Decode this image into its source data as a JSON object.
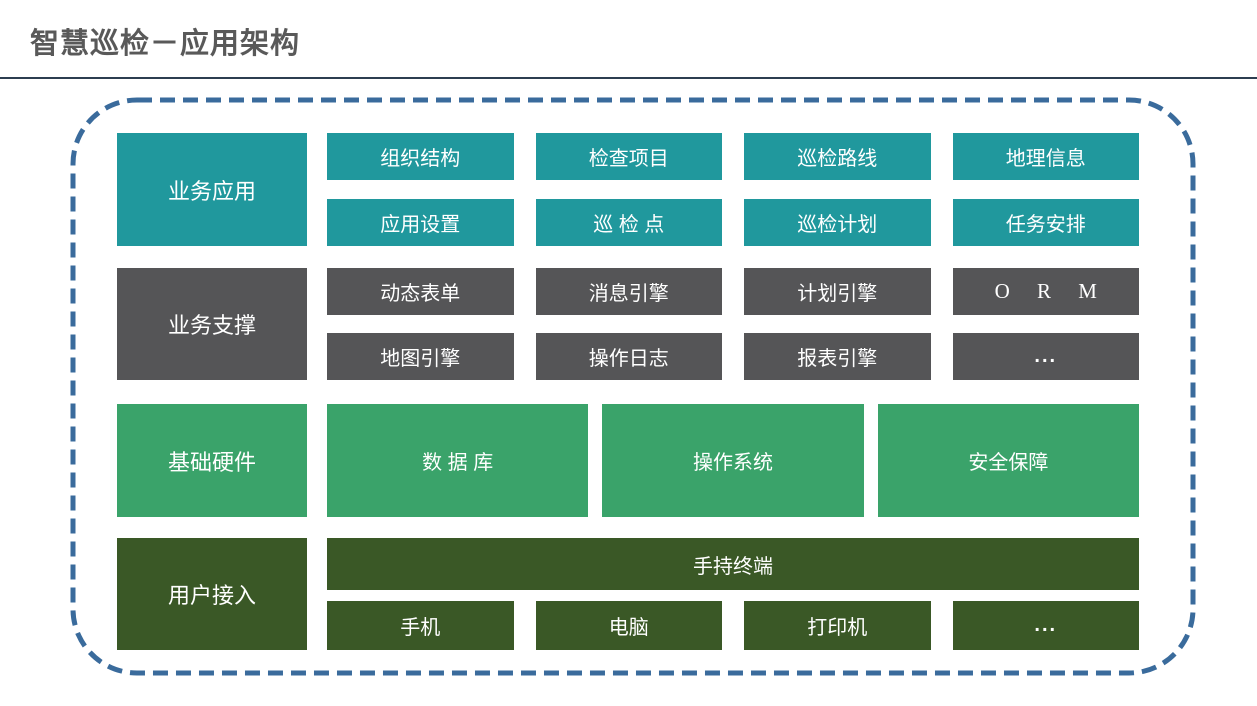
{
  "title": "智慧巡检－应用架构",
  "colors": {
    "teal": "#20989D",
    "dark_gray": "#555557",
    "green": "#3AA36A",
    "dark_green": "#3A5826",
    "frame_blue": "#3A6B9C",
    "divider": "#2C3E50",
    "title_text": "#595959"
  },
  "layers": {
    "business_apps": {
      "label": "业务应用",
      "row1": [
        "组织结构",
        "检查项目",
        "巡检路线",
        "地理信息"
      ],
      "row2": [
        "应用设置",
        "巡 检 点",
        "巡检计划",
        "任务安排"
      ]
    },
    "business_support": {
      "label": "业务支撑",
      "row1": [
        "动态表单",
        "消息引擎",
        "计划引擎",
        "O R M"
      ],
      "row2": [
        "地图引擎",
        "操作日志",
        "报表引擎",
        "..."
      ]
    },
    "infrastructure": {
      "label": "基础硬件",
      "items": [
        "数 据 库",
        "操作系统",
        "安全保障"
      ]
    },
    "user_access": {
      "label": "用户接入",
      "bar": "手持终端",
      "items": [
        "手机",
        "电脑",
        "打印机",
        "..."
      ]
    }
  }
}
